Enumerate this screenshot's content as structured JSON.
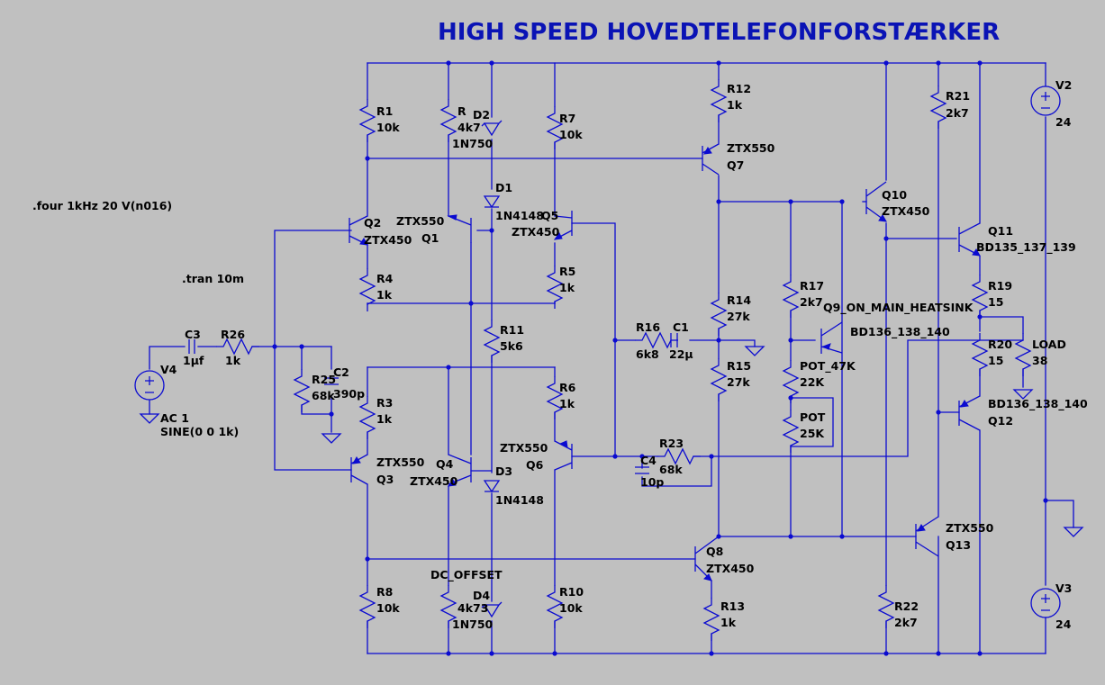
{
  "title": "HIGH SPEED HOVEDTELEFONFORSTÆRKER",
  "directives": {
    "four": ".four 1kHz 20  V(n016)",
    "tran": ".tran 10m"
  },
  "components": {
    "R1": {
      "ref": "R1",
      "value": "10k"
    },
    "R": {
      "ref": "R",
      "value": "4k7"
    },
    "D2": {
      "ref": "D2",
      "value": "1N750"
    },
    "R7": {
      "ref": "R7",
      "value": "10k"
    },
    "R12": {
      "ref": "R12",
      "value": "1k"
    },
    "Q7": {
      "ref": "Q7",
      "value": "ZTX550"
    },
    "R21": {
      "ref": "R21",
      "value": "2k7"
    },
    "V2": {
      "ref": "V2",
      "value": "24"
    },
    "D1": {
      "ref": "D1",
      "value": "1N4148"
    },
    "Q5": {
      "ref": "Q5",
      "value": "ZTX450"
    },
    "Q2": {
      "ref": "Q2",
      "value": "ZTX450"
    },
    "Q1": {
      "ref": "Q1",
      "value": "ZTX550"
    },
    "Q10": {
      "ref": "Q10",
      "value": "ZTX450"
    },
    "Q11": {
      "ref": "Q11",
      "value": "BD135_137_139"
    },
    "R4": {
      "ref": "R4",
      "value": "1k"
    },
    "R5": {
      "ref": "R5",
      "value": "1k"
    },
    "R14": {
      "ref": "R14",
      "value": "27k"
    },
    "R17": {
      "ref": "R17",
      "value": "2k7"
    },
    "R19": {
      "ref": "R19",
      "value": "15"
    },
    "Q9": {
      "ref": "Q9_ON_MAIN_HEATSINK",
      "value": "BD136_138_140"
    },
    "R11": {
      "ref": "R11",
      "value": "5k6"
    },
    "R16": {
      "ref": "R16",
      "value": "6k8"
    },
    "C1": {
      "ref": "C1",
      "value": "22µ"
    },
    "R20": {
      "ref": "R20",
      "value": "15"
    },
    "LOAD": {
      "ref": "LOAD",
      "value": "38"
    },
    "C3": {
      "ref": "C3",
      "value": "1µf"
    },
    "R26": {
      "ref": "R26",
      "value": "1k"
    },
    "V4": {
      "ref": "V4",
      "value": "AC 1",
      "value2": "SINE(0 0 1k)"
    },
    "R25": {
      "ref": "R25",
      "value": "68k"
    },
    "C2": {
      "ref": "C2",
      "value": "390p"
    },
    "R15": {
      "ref": "R15",
      "value": "27k"
    },
    "POT47": {
      "ref": "POT_47K",
      "value": "22K"
    },
    "POT": {
      "ref": "POT",
      "value": "25K"
    },
    "Q12": {
      "ref": "Q12",
      "value": "BD136_138_140"
    },
    "R3": {
      "ref": "R3",
      "value": "1k"
    },
    "R6": {
      "ref": "R6",
      "value": "1k"
    },
    "Q3": {
      "ref": "Q3",
      "value": "ZTX550"
    },
    "Q4": {
      "ref": "Q4",
      "value": "ZTX450"
    },
    "D3": {
      "ref": "D3",
      "value": "1N4148"
    },
    "Q6": {
      "ref": "Q6",
      "value": "ZTX550"
    },
    "C4": {
      "ref": "C4",
      "value": "10p"
    },
    "R23": {
      "ref": "R23",
      "value": "68k"
    },
    "Q13": {
      "ref": "Q13",
      "value": "ZTX550"
    },
    "Q8": {
      "ref": "Q8",
      "value": "ZTX450"
    },
    "R8": {
      "ref": "R8",
      "value": "10k"
    },
    "DC_OFFSET": {
      "ref": "DC_OFFSET",
      "value": "4k73"
    },
    "D4": {
      "ref": "D4",
      "value": "1N750"
    },
    "R10": {
      "ref": "R10",
      "value": "10k"
    },
    "R13": {
      "ref": "R13",
      "value": "1k"
    },
    "R22": {
      "ref": "R22",
      "value": "2k7"
    },
    "V3": {
      "ref": "V3",
      "value": "24"
    }
  },
  "colors": {
    "wire": "#0b0bd0",
    "title": "#0a13b5",
    "background": "#c0c0c0"
  }
}
